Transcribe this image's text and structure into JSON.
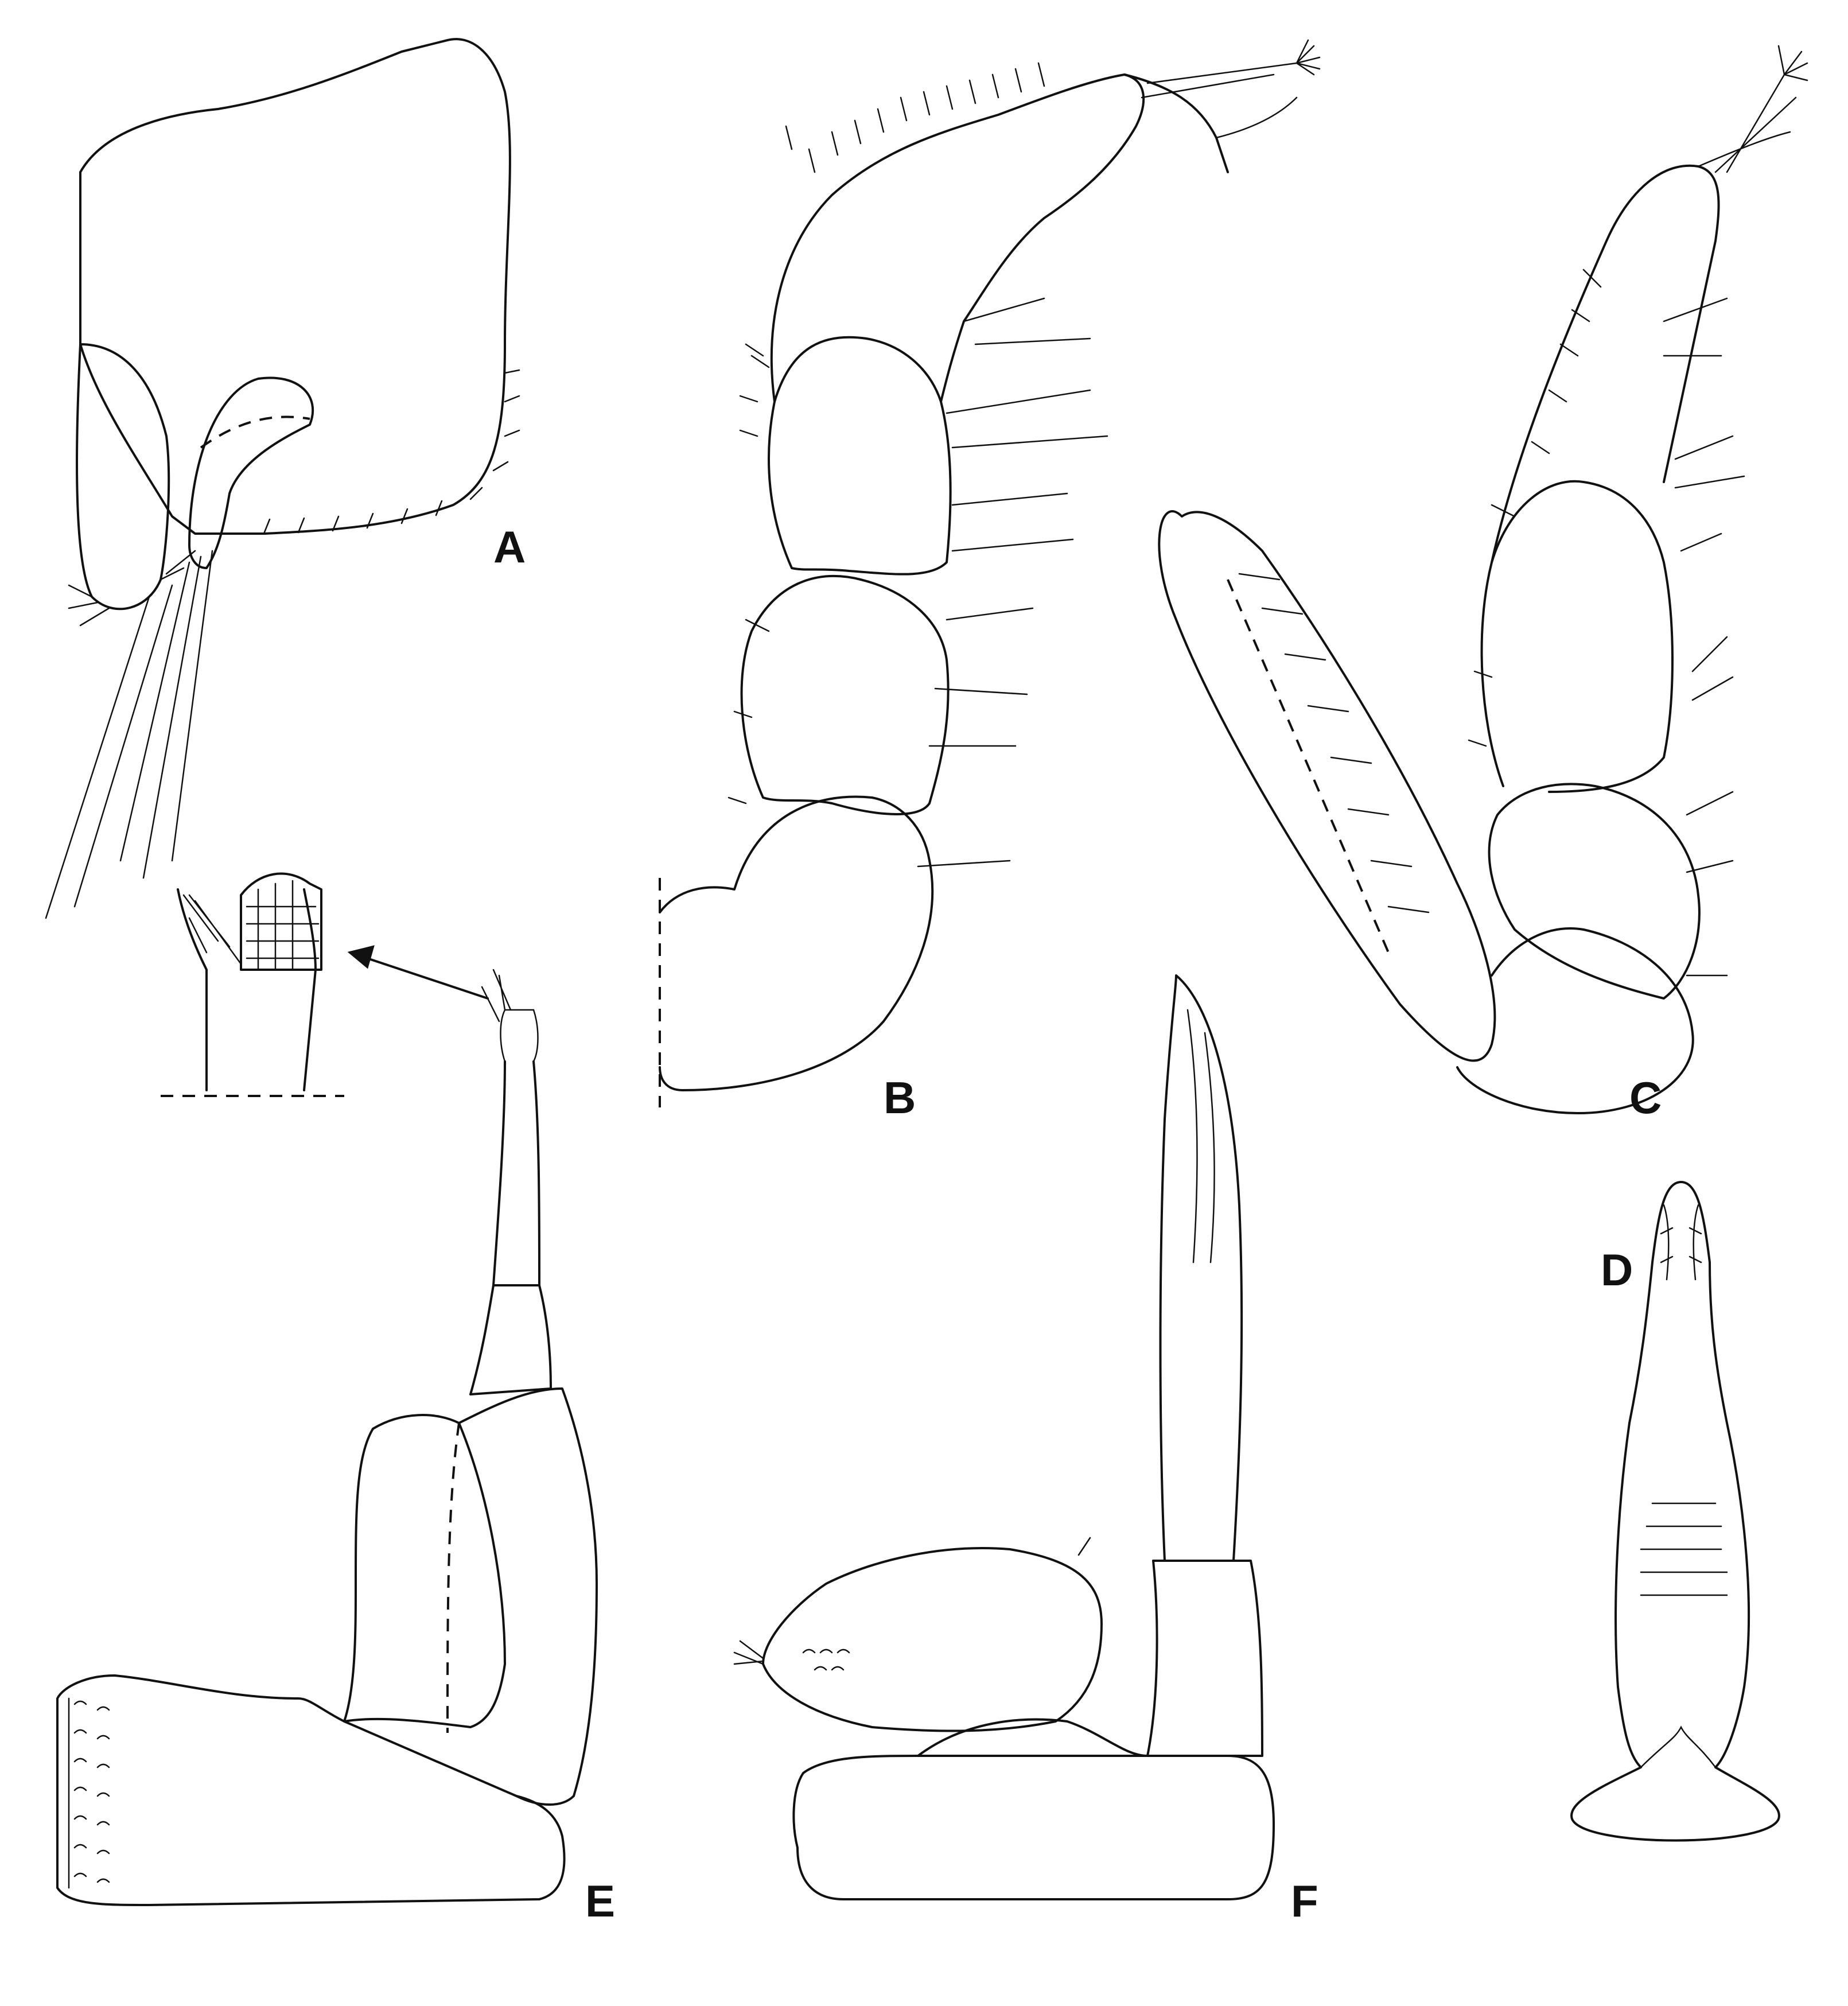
{
  "figure": {
    "panels": [
      {
        "id": "A",
        "label": "A"
      },
      {
        "id": "B",
        "label": "B"
      },
      {
        "id": "C",
        "label": "C"
      },
      {
        "id": "D",
        "label": "D"
      },
      {
        "id": "E",
        "label": "E"
      },
      {
        "id": "F",
        "label": "F"
      }
    ],
    "colors": {
      "ink": "#111111",
      "background": "#ffffff"
    }
  }
}
